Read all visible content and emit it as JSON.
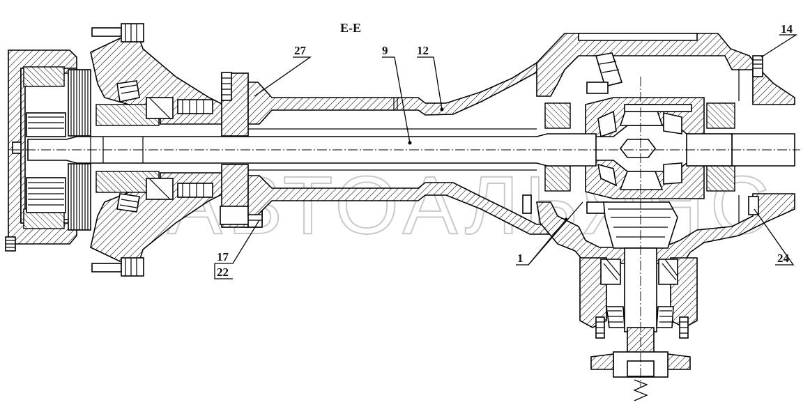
{
  "section_label": "Е-Е",
  "watermark": "АВТОАЛЬЯНС",
  "callouts": [
    {
      "id": "c27",
      "text": "27"
    },
    {
      "id": "c9",
      "text": "9"
    },
    {
      "id": "c12",
      "text": "12"
    },
    {
      "id": "c14",
      "text": "14"
    },
    {
      "id": "c17",
      "text": "17"
    },
    {
      "id": "c22",
      "text": "22"
    },
    {
      "id": "c1",
      "text": "1"
    },
    {
      "id": "c24",
      "text": "24"
    }
  ]
}
